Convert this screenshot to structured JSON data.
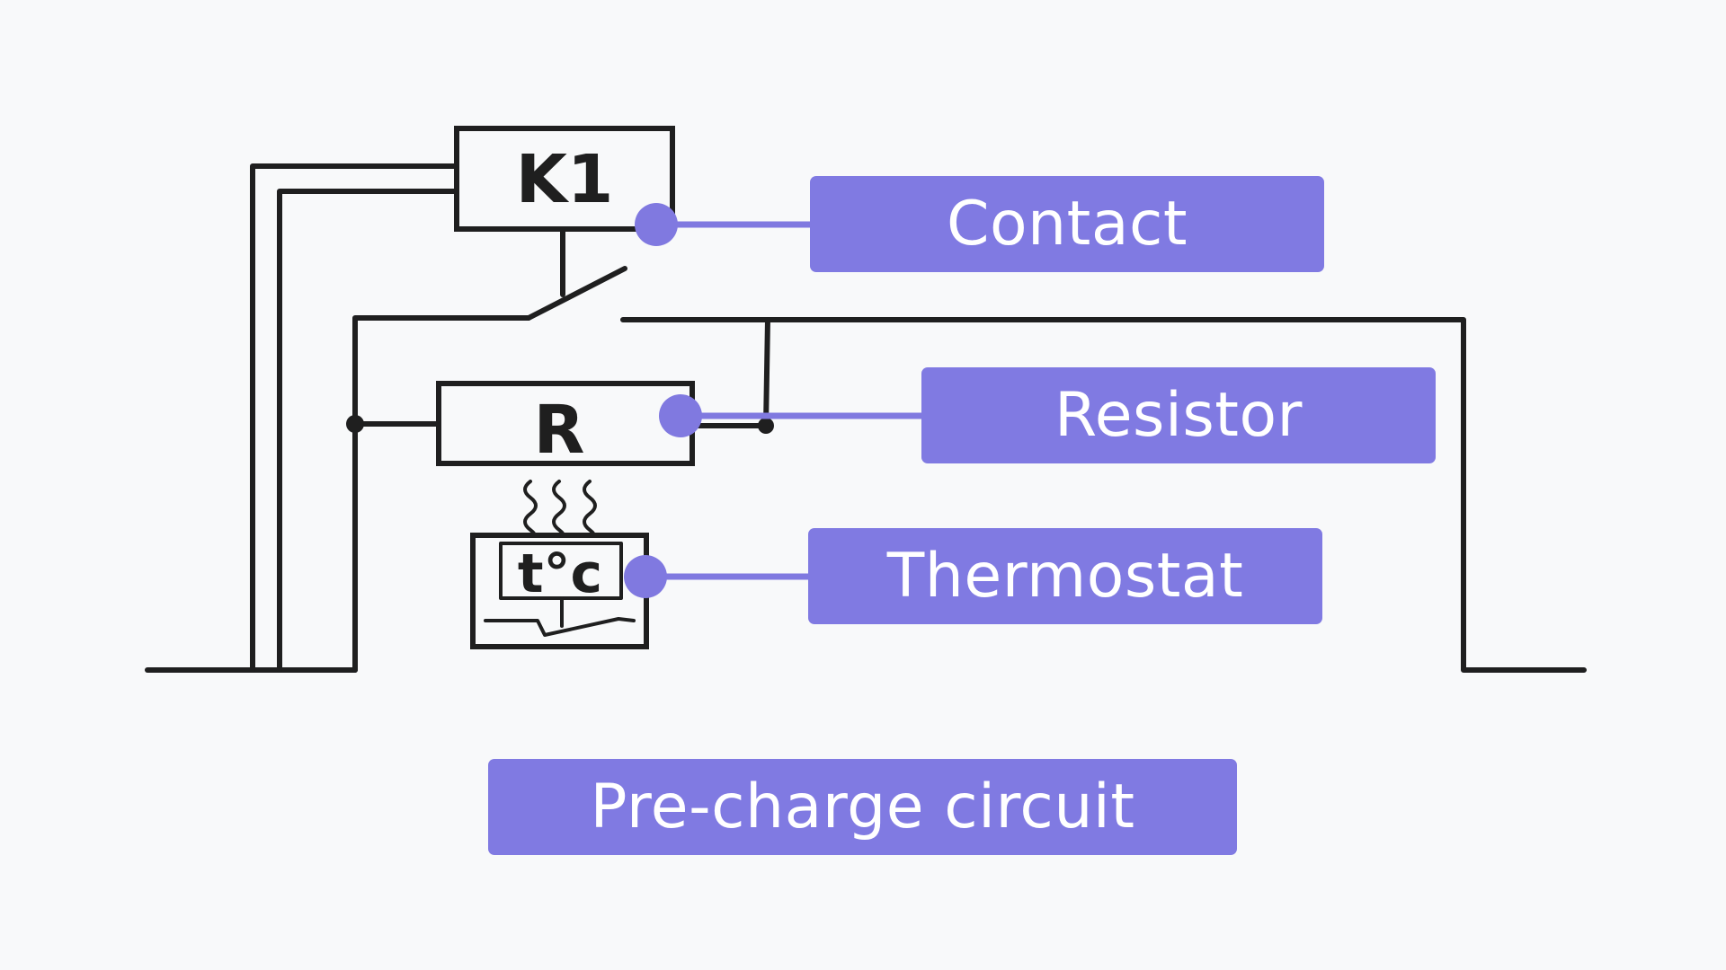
{
  "diagram": {
    "symbols": {
      "relay_label": "K1",
      "resistor_label": "R",
      "thermostat_label": "t°c"
    },
    "callouts": {
      "contact": "Contact",
      "resistor": "Resistor",
      "thermostat": "Thermostat"
    },
    "title": "Pre-charge circuit"
  },
  "colors": {
    "accent": "#807ae2",
    "line": "#1f1f1f",
    "background": "#f8f9fa",
    "label_text": "#ffffff"
  }
}
